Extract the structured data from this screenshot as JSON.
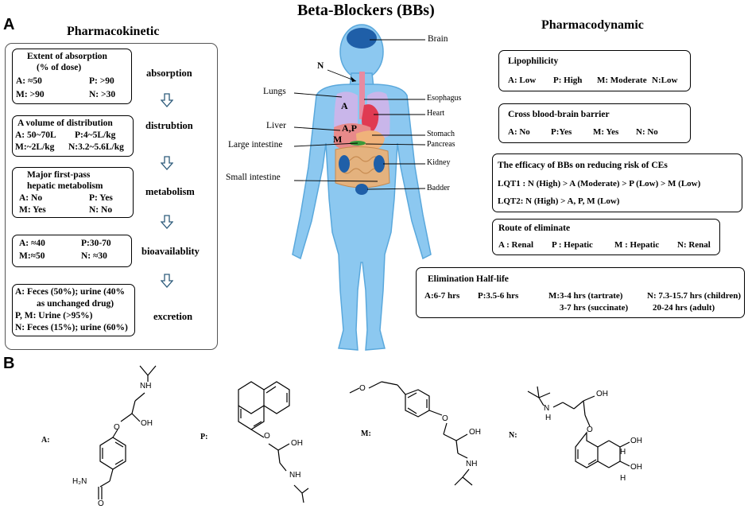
{
  "title": "Beta-Blockers (BBs)",
  "panel_a": "A",
  "panel_b": "B",
  "pk": {
    "heading": "Pharmacokinetic",
    "boxes": [
      {
        "lines": [
          "Extent of absorption",
          "(% of dose)",
          "A: ≈50",
          "P: >90",
          "M: >90",
          "N: >30"
        ]
      },
      {
        "lines": [
          "A volume of distribution",
          "A: 50~70L",
          "P:4~5L/kg",
          "M:~2L/kg",
          "N:3.2~5.6L/kg"
        ]
      },
      {
        "lines": [
          "Major first-pass",
          "hepatic metabolism",
          "A: No",
          "P: Yes",
          "M:  Yes",
          "N: No"
        ]
      },
      {
        "lines": [
          "A: ≈40",
          "P:30-70",
          "M:≈50",
          "N: ≈30"
        ]
      },
      {
        "lines": [
          "A: Feces (50%); urine (40%",
          "as unchanged drug)",
          "P, M:  Urine (>95%)",
          "N: Feces (15%); urine (60%)"
        ]
      }
    ],
    "stages": [
      "absorption",
      "distrubtion",
      "metabolism",
      "bioavailablity",
      "excretion"
    ]
  },
  "body": {
    "labels": {
      "brain": "Brain",
      "n": "N",
      "lungs": "Lungs",
      "esophagus": "Esophagus",
      "heart": "Heart",
      "liver": "Liver",
      "stomach": "Stomach",
      "large_intestine": "Large intestine",
      "pancreas": "Pancreas",
      "kidney": "Kidney",
      "small_intestine": "Small intestine",
      "badder": "Badder"
    },
    "organ_tags": {
      "a": "A",
      "ap": "A,P",
      "m": "M"
    },
    "colors": {
      "skin": "#8cc8f0",
      "skin_shade": "#5aa8dc",
      "brain": "#1f5fa8",
      "lungs": "#c9b6ea",
      "heart": "#e03a52",
      "liver": "#e88a8a",
      "stomach": "#f0b27a",
      "pancreas": "#3a9a3a",
      "intestine": "#e4b27e",
      "kidney": "#1f5fa8",
      "esophagus": "#e88aa0"
    }
  },
  "pd": {
    "heading": "Pharmacodynamic",
    "lipophilicity": {
      "title": "Lipophilicity",
      "values": [
        "A: Low",
        "P: High",
        "M: Moderate",
        "N:Low"
      ]
    },
    "bbb": {
      "title": "Cross blood-brain barrier",
      "values": [
        "A: No",
        "P:Yes",
        "M: Yes",
        "N: No"
      ]
    },
    "efficacy": {
      "title": "The efficacy of BBs on reducing risk of CEs",
      "lqt1": "LQT1 : N (High) > A (Moderate) > P (Low) > M (Low)",
      "lqt2": "LQT2: N (High) > A, P, M (Low)"
    },
    "route": {
      "title": "Route of eliminate",
      "values": [
        "A : Renal",
        "P : Hepatic",
        "M : Hepatic",
        "N: Renal"
      ]
    },
    "halflife": {
      "title": "Elimination Half-life",
      "a": "A:6-7 hrs",
      "p": "P:3.5-6 hrs",
      "m1": "M:3-4 hrs (tartrate)",
      "m2": "3-7 hrs (succinate)",
      "n1": "N: 7.3-15.7 hrs (children)",
      "n2": "20-24 hrs (adult)"
    }
  },
  "molecules": {
    "labels": [
      "A:",
      "P:",
      "M:",
      "N:"
    ],
    "atoms": {
      "nh": "NH",
      "oh": "OH",
      "o": "O",
      "h2n": "H₂N",
      "n": "N",
      "h": "H"
    }
  }
}
